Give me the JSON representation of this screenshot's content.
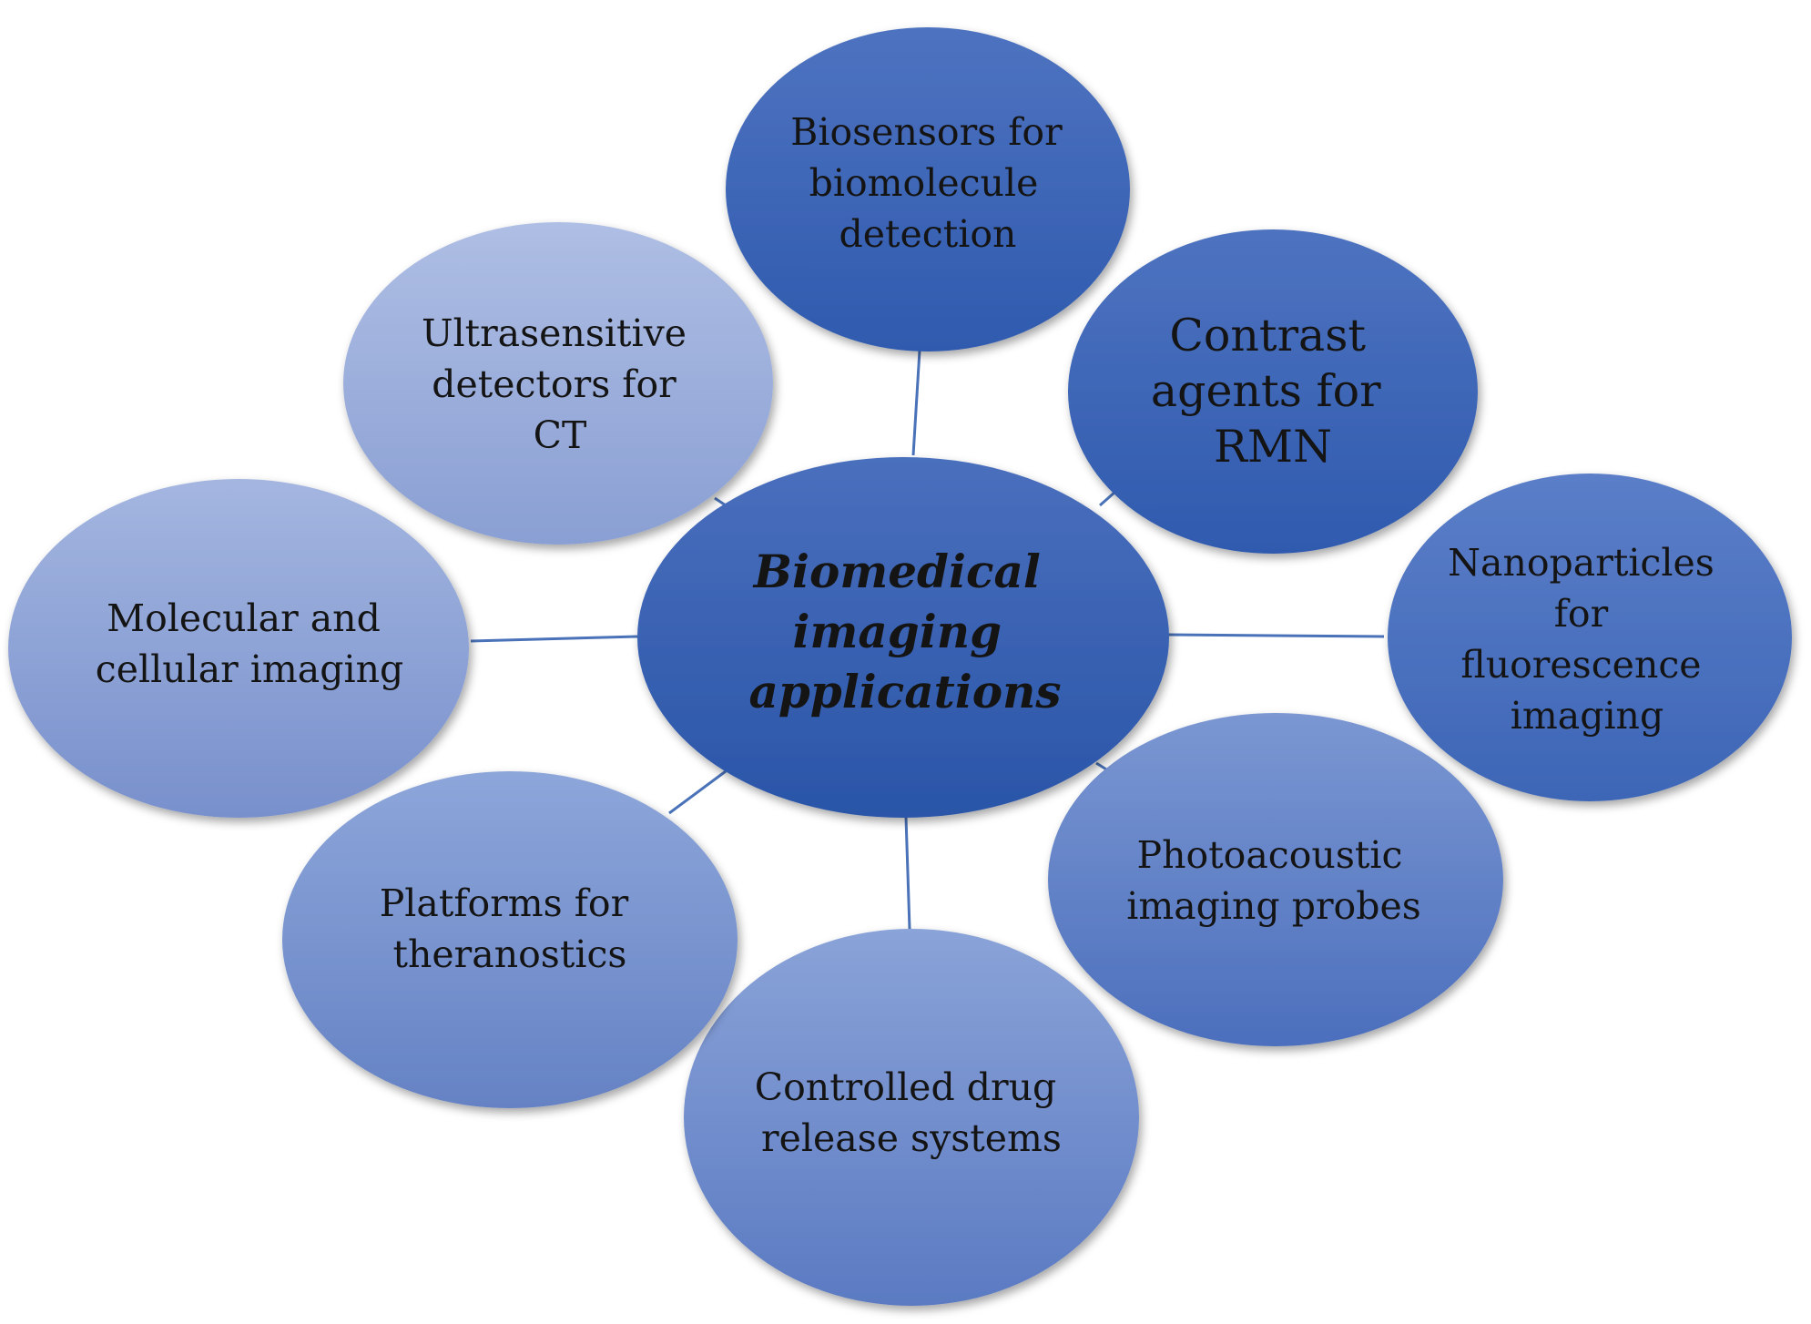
{
  "diagram": {
    "center": {
      "lines": [
        "Biomedical",
        "imaging",
        "applications"
      ],
      "color_top": "#4a6fbd",
      "color_bottom": "#2a55a8"
    },
    "nodes": [
      {
        "id": "biosensors",
        "lines": [
          "Biosensors for",
          "biomolecule",
          "detection"
        ],
        "color_top": "#4e73c0",
        "color_bottom": "#2f5aae"
      },
      {
        "id": "contrast-agents",
        "lines": [
          "Contrast",
          "agents for",
          "RMN"
        ],
        "color_top": "#4e73c0",
        "color_bottom": "#2f5aae"
      },
      {
        "id": "nanoparticles",
        "lines": [
          "Nanoparticles",
          "for",
          "fluorescence",
          "imaging"
        ],
        "color_top": "#5b7ec8",
        "color_bottom": "#3d66b6"
      },
      {
        "id": "photoacoustic",
        "lines": [
          "Photoacoustic",
          "imaging probes"
        ],
        "color_top": "#7b97d2",
        "color_bottom": "#4c6fbd"
      },
      {
        "id": "controlled-drug",
        "lines": [
          "Controlled drug",
          "release systems"
        ],
        "color_top": "#8aa3d8",
        "color_bottom": "#5b7ac2"
      },
      {
        "id": "theranostics",
        "lines": [
          "Platforms for",
          "theranostics"
        ],
        "color_top": "#8da6da",
        "color_bottom": "#6582c4"
      },
      {
        "id": "molecular-cellular",
        "lines": [
          "Molecular and",
          "cellular imaging"
        ],
        "color_top": "#a4b6e0",
        "color_bottom": "#7890cc"
      },
      {
        "id": "ultrasensitive-ct",
        "lines": [
          "Ultrasensitive",
          "detectors for",
          "CT"
        ],
        "color_top": "#aebee4",
        "color_bottom": "#8a9fd3"
      }
    ]
  }
}
